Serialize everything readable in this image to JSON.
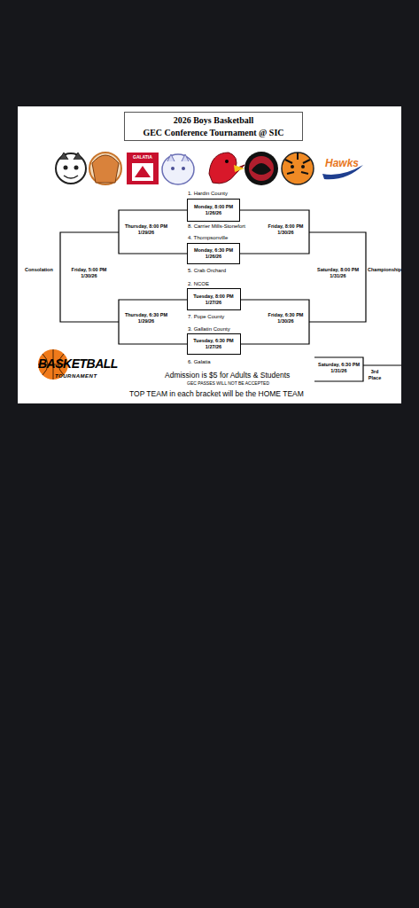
{
  "diagram": {
    "nodes": [
      {
        "text": [
          "2026 Boys Basketball",
          "GEC Conference Tournament @ SIC"
        ]
      },
      {
        "text": [
          "Monday, 8:00 PM 1/26/26"
        ]
      },
      {
        "text": [
          "Monday, 6:30 PM 1/26/26"
        ]
      },
      {
        "text": [
          "Tuesday, 8:00 PM 1/27/26"
        ]
      },
      {
        "text": [
          "Tuesday, 6:30 PM 1/27/26"
        ]
      }
    ],
    "labels": [
      "1. Hardin County",
      "8. Carrier Mills-Stonefort",
      "4. Thompsonville",
      "5. Crab Orchard",
      "2. NCOE",
      "7. Pope County",
      "3. Gallatin County",
      "6. Galatia",
      "Thursday, 8:00 PM 1/29/26",
      "Friday, 8:00 PM 1/30/26",
      "Consolation",
      "Friday, 5:00 PM 1/30/26",
      "Saturday, 8:00 PM 1/31/26",
      "Championship",
      "Thursday, 6:30 PM 1/29/26",
      "Friday, 6:30 PM 1/30/26",
      "Saturday, 6:30 PM 1/31/26",
      "3rd Place",
      "GALATIA",
      "Hawks",
      "BASKETBALL",
      "TOURNAMENT",
      "Admission is $5 for Adults & Students",
      "GEC PASSES WILL NOT BE ACCEPTED",
      "TOP TEAM in each bracket will be the HOME TEAM"
    ]
  }
}
